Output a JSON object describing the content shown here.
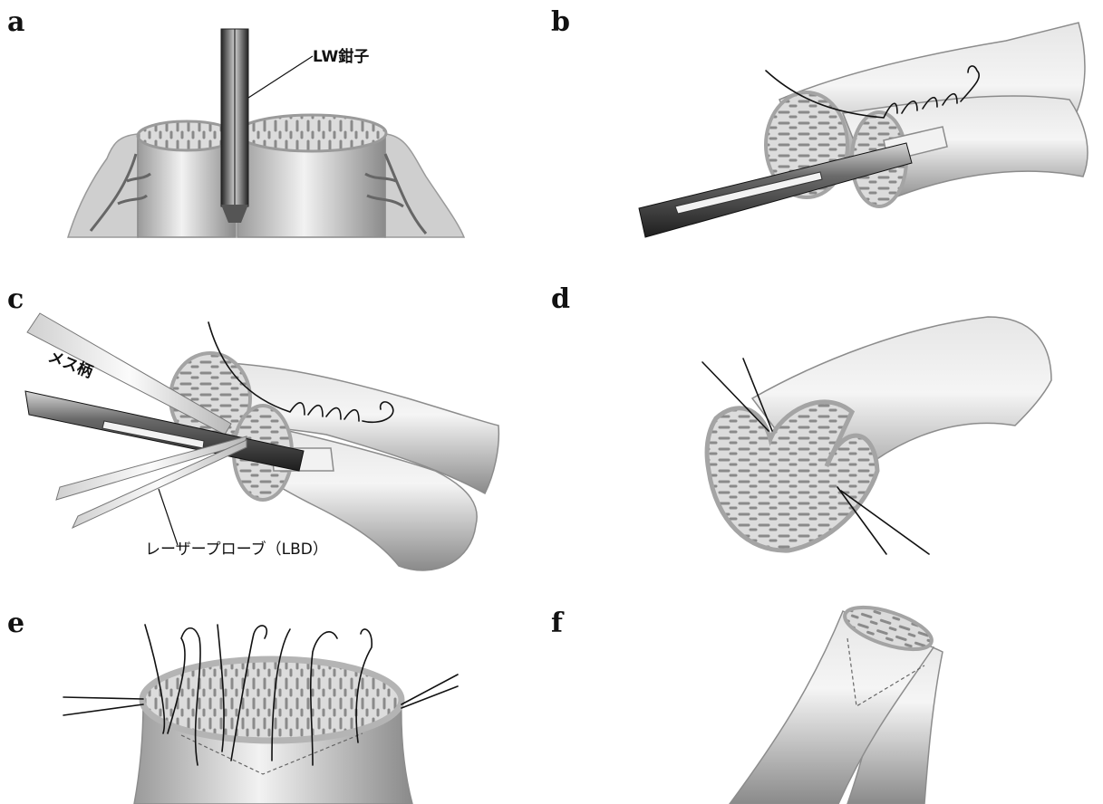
{
  "panels": {
    "a": {
      "letter": "a",
      "callout": "LW鉗子"
    },
    "b": {
      "letter": "b"
    },
    "c": {
      "letter": "c",
      "callout_scalpel": "メス柄",
      "callout_probe": "レーザープローブ（LBD）"
    },
    "d": {
      "letter": "d"
    },
    "e": {
      "letter": "e"
    },
    "f": {
      "letter": "f"
    }
  },
  "colors": {
    "tissue_light": "#efefef",
    "tissue_mid": "#c4c4c4",
    "tissue_dark": "#7d7d7d",
    "instrument": "#3a3a3a",
    "lumen_bg": "#dcdcdc",
    "lumen_dash": "#8a8a8a"
  }
}
